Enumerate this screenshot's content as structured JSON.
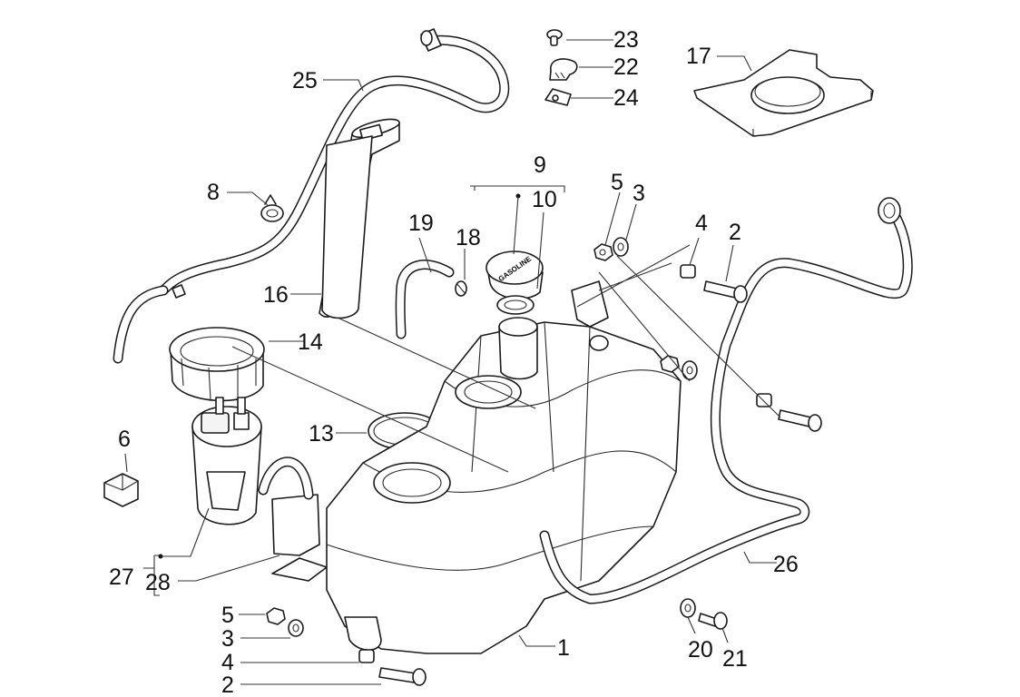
{
  "diagram": {
    "title": "Fuel tank exploded parts diagram",
    "cap_text": "GASOLINE",
    "labels": {
      "l1": "1",
      "l2a": "2",
      "l2b": "2",
      "l3a": "3",
      "l3b": "3",
      "l4a": "4",
      "l4b": "4",
      "l5a": "5",
      "l5b": "5",
      "l6": "6",
      "l8": "8",
      "l9": "9",
      "l10": "10",
      "l13": "13",
      "l14": "14",
      "l16": "16",
      "l17": "17",
      "l18": "18",
      "l19": "19",
      "l20": "20",
      "l21": "21",
      "l22": "22",
      "l23": "23",
      "l24": "24",
      "l25": "25",
      "l26": "26",
      "l27": "27",
      "l28": "28"
    }
  }
}
